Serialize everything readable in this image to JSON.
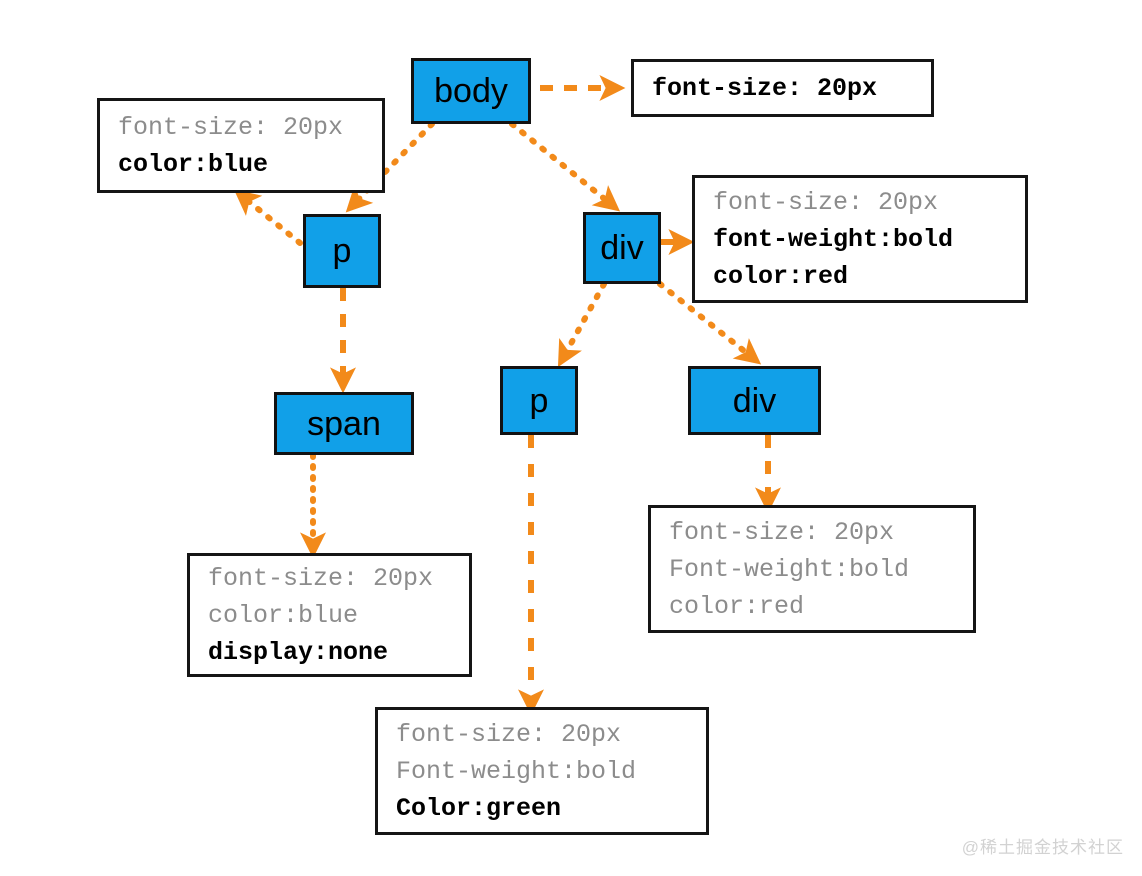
{
  "diagram": {
    "title": "CSS inheritance DOM tree",
    "colors": {
      "node_fill": "#11A0E8",
      "node_border": "#121212",
      "edge": "#F28A1A",
      "callout_border": "#151515",
      "text_muted": "#8c8c8c",
      "text_strong": "#000000"
    },
    "nodes": [
      {
        "id": "body",
        "label": "body"
      },
      {
        "id": "p1",
        "label": "p"
      },
      {
        "id": "div1",
        "label": "div"
      },
      {
        "id": "span1",
        "label": "span"
      },
      {
        "id": "p2",
        "label": "p"
      },
      {
        "id": "div2",
        "label": "div"
      }
    ],
    "callouts": [
      {
        "id": "callout-body",
        "lines": [
          {
            "text": "font-size: 20px",
            "emphasis": true
          }
        ]
      },
      {
        "id": "callout-p1",
        "lines": [
          {
            "text": "font-size: 20px",
            "emphasis": false
          },
          {
            "text": "color:blue",
            "emphasis": true
          }
        ]
      },
      {
        "id": "callout-div1",
        "lines": [
          {
            "text": "font-size: 20px",
            "emphasis": false
          },
          {
            "text": "font-weight:bold",
            "emphasis": true
          },
          {
            "text": "color:red",
            "emphasis": true
          }
        ]
      },
      {
        "id": "callout-span1",
        "lines": [
          {
            "text": "font-size: 20px",
            "emphasis": false
          },
          {
            "text": "color:blue",
            "emphasis": false
          },
          {
            "text": "display:none",
            "emphasis": true
          }
        ]
      },
      {
        "id": "callout-div2",
        "lines": [
          {
            "text": "font-size: 20px",
            "emphasis": false
          },
          {
            "text": "Font-weight:bold",
            "emphasis": false
          },
          {
            "text": "color:red",
            "emphasis": false
          }
        ]
      },
      {
        "id": "callout-p2",
        "lines": [
          {
            "text": "font-size: 20px",
            "emphasis": false
          },
          {
            "text": "Font-weight:bold",
            "emphasis": false
          },
          {
            "text": "Color:green",
            "emphasis": true
          }
        ]
      }
    ],
    "edges": [
      {
        "from": "body",
        "to": "callout-body",
        "style": "dashed"
      },
      {
        "from": "body",
        "to": "p1",
        "style": "dotted"
      },
      {
        "from": "body",
        "to": "div1",
        "style": "dotted"
      },
      {
        "from": "p1",
        "to": "callout-p1",
        "style": "dotted"
      },
      {
        "from": "p1",
        "to": "span1",
        "style": "dashed"
      },
      {
        "from": "div1",
        "to": "callout-div1",
        "style": "solid"
      },
      {
        "from": "div1",
        "to": "p2",
        "style": "dotted"
      },
      {
        "from": "div1",
        "to": "div2",
        "style": "dotted"
      },
      {
        "from": "span1",
        "to": "callout-span1",
        "style": "dotted"
      },
      {
        "from": "p2",
        "to": "callout-p2",
        "style": "dashed"
      },
      {
        "from": "div2",
        "to": "callout-div2",
        "style": "dashed"
      }
    ]
  },
  "watermark": {
    "text": "@稀土掘金技术社区"
  }
}
